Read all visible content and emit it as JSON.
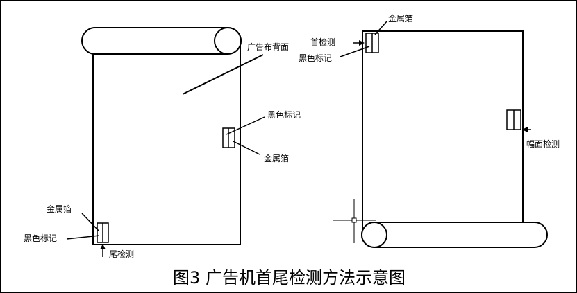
{
  "caption": "图3 广告机首尾检测方法示意图",
  "left_figure": {
    "label_back": "广告布背面",
    "label_black_mark_mid": "黑色标记",
    "label_foil_mid": "金属箔",
    "label_foil_bottom": "金属箔",
    "label_black_mark_bottom": "黑色标记",
    "label_tail_detect": "尾检测"
  },
  "right_figure": {
    "label_foil_top": "金属箔",
    "label_head_detect": "首检测",
    "label_black_mark_top": "黑色标记",
    "label_width_detect": "幅面检测"
  },
  "colors": {
    "stroke": "#000000",
    "background": "#ffffff"
  }
}
